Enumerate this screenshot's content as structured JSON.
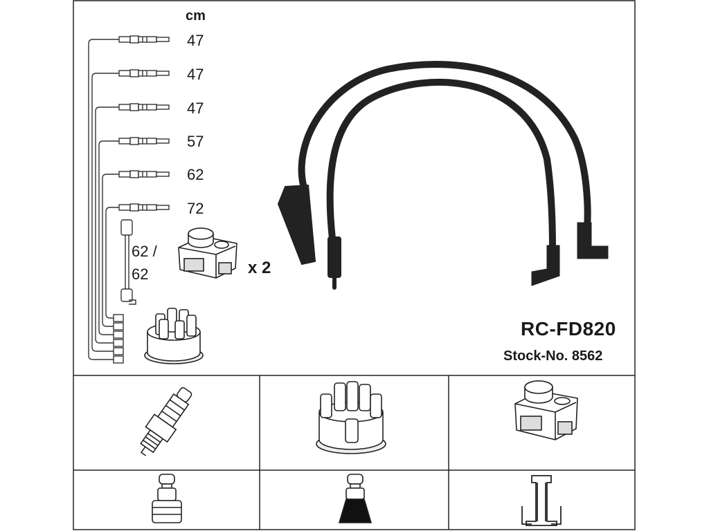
{
  "unit_label": "cm",
  "cable_lengths": [
    "47",
    "47",
    "47",
    "57",
    "62",
    "72"
  ],
  "coil_wire_lengths": [
    "62 /",
    "62"
  ],
  "coil_quantity": "x 2",
  "product_code": "RC-FD820",
  "stock_number": "Stock-No. 8562",
  "part_icons": [
    "spark-plug-icon",
    "distributor-cap-icon",
    "ignition-coil-icon"
  ],
  "terminal_icons": [
    "plug-terminal-icon",
    "cap-terminal-icon",
    "coil-terminal-icon"
  ]
}
